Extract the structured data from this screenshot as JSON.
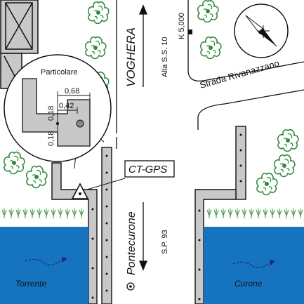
{
  "labels": {
    "voghera": "VOGHERA",
    "ss10": "Alla S.S. 10",
    "km": "K 5,000",
    "strada": "Strada Rivanazzano",
    "particolare": "Particolare",
    "d068": "0,68",
    "d042": "0,42",
    "d018a": "0,18",
    "d018b": "0,18",
    "ctgps": "CT-GPS",
    "pontecurone": "Pontecurone",
    "sp93": "S.P. 93",
    "torrente": "Torrente",
    "curone": "Curone"
  },
  "colors": {
    "water": "#1673c0",
    "gray_fill": "#c8c8c8",
    "tree_green": "#2e8b3e",
    "grass": "#4a9a4a",
    "flow_arrow": "#1a2a6a"
  },
  "icons": {
    "compass": "compass-rose-icon",
    "station": "triangle-station-icon",
    "location": "circle-dot-location-icon"
  }
}
